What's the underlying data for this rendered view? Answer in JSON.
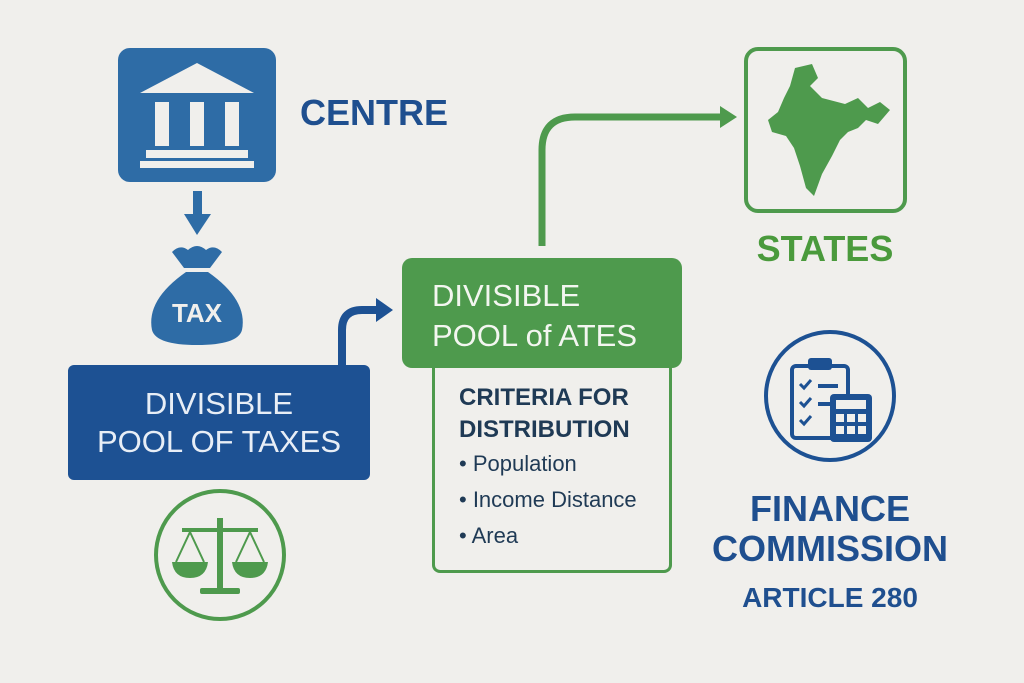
{
  "centre": {
    "label": "CENTRE"
  },
  "tax_bag": {
    "label": "TAX"
  },
  "divisible_pool_taxes": {
    "line1": "DIVISIBLE",
    "line2": "POOL OF TAXES"
  },
  "divisible_pool_states": {
    "line1": "DIVISIBLE",
    "line2": "POOL of ATES"
  },
  "criteria": {
    "heading1": "CRITERIA FOR",
    "heading2": "DISTRIBUTION",
    "items": [
      "• Population",
      "• Income Distance",
      "• Area"
    ]
  },
  "states": {
    "label": "STATES"
  },
  "finance_commission": {
    "line1": "FINANCE",
    "line2": "COMMISSION",
    "line3": "ARTICLE 280"
  },
  "colors": {
    "blue": "#2e6ca6",
    "dark_blue": "#1d5193",
    "green": "#4e9a4d",
    "background": "#f0efec"
  }
}
